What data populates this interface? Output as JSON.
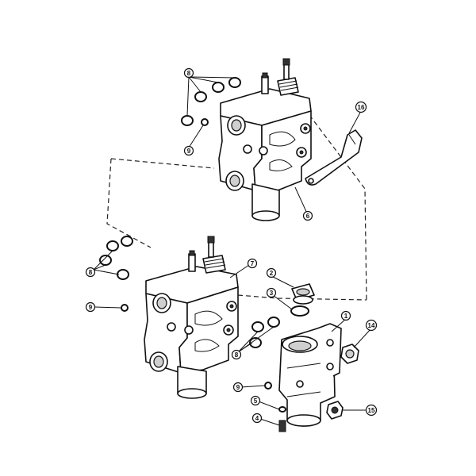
{
  "callouts": [
    {
      "id": "c8a",
      "label": "8"
    },
    {
      "id": "c9a",
      "label": "9"
    },
    {
      "id": "c16",
      "label": "16"
    },
    {
      "id": "c6",
      "label": "6"
    },
    {
      "id": "c8b",
      "label": "8"
    },
    {
      "id": "c7",
      "label": "7"
    },
    {
      "id": "c9b",
      "label": "9"
    },
    {
      "id": "c2",
      "label": "2"
    },
    {
      "id": "c3",
      "label": "3"
    },
    {
      "id": "c1",
      "label": "1"
    },
    {
      "id": "c14",
      "label": "14"
    },
    {
      "id": "c8c",
      "label": "8"
    },
    {
      "id": "c9c",
      "label": "9"
    },
    {
      "id": "c5",
      "label": "5"
    },
    {
      "id": "c4",
      "label": "4"
    },
    {
      "id": "c15",
      "label": "15"
    }
  ]
}
